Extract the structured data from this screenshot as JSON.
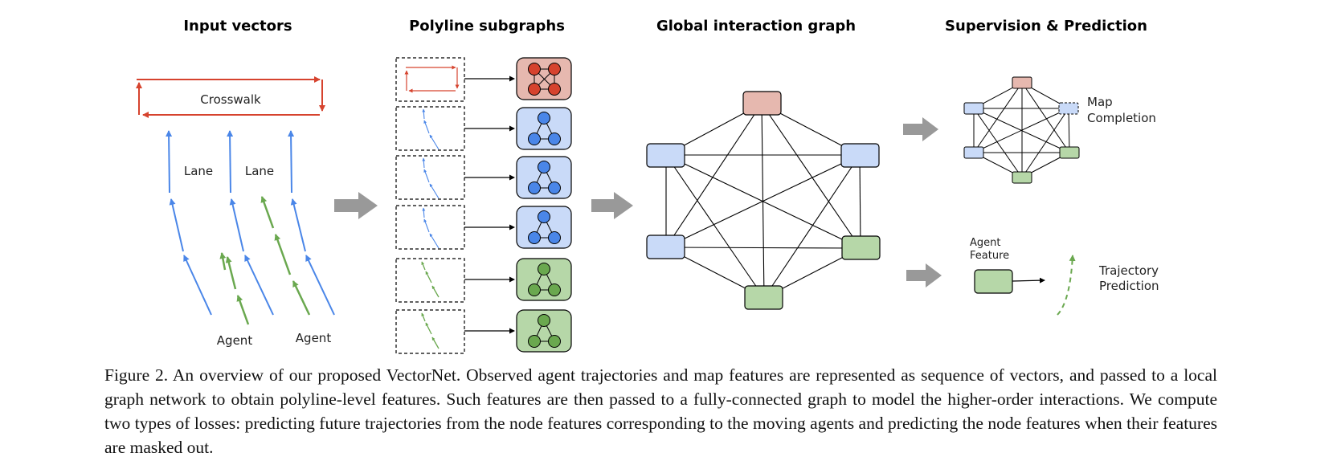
{
  "figure": {
    "headers": {
      "input_vectors": "Input vectors",
      "polyline_subgraphs": "Polyline subgraphs",
      "global_graph": "Global interaction graph",
      "supervision": "Supervision & Prediction"
    },
    "labels": {
      "crosswalk": "Crosswalk",
      "lane_1": "Lane",
      "lane_2": "Lane",
      "agent_1": "Agent",
      "agent_2": "Agent",
      "map_completion_line1": "Map",
      "map_completion_line2": "Completion",
      "agent_feature_line1": "Agent",
      "agent_feature_line2": "Feature",
      "trajectory_line1": "Trajectory",
      "trajectory_line2": "Prediction"
    },
    "colors": {
      "crosswalk": "#d6432e",
      "lane": "#4a86e8",
      "agent": "#6aa84f",
      "node_red": "#e6b8af",
      "node_blue": "#c9daf8",
      "node_green": "#b6d7a8",
      "arrow_gray": "#999999"
    }
  },
  "caption": "Figure 2. An overview of our proposed VectorNet. Observed agent trajectories and map features are represented as sequence of vectors, and passed to a local graph network to obtain polyline-level features. Such features are then passed to a fully-connected graph to model the higher-order interactions. We compute two types of losses: predicting future trajectories from the node features corresponding to the moving agents and predicting the node features when their features are masked out."
}
